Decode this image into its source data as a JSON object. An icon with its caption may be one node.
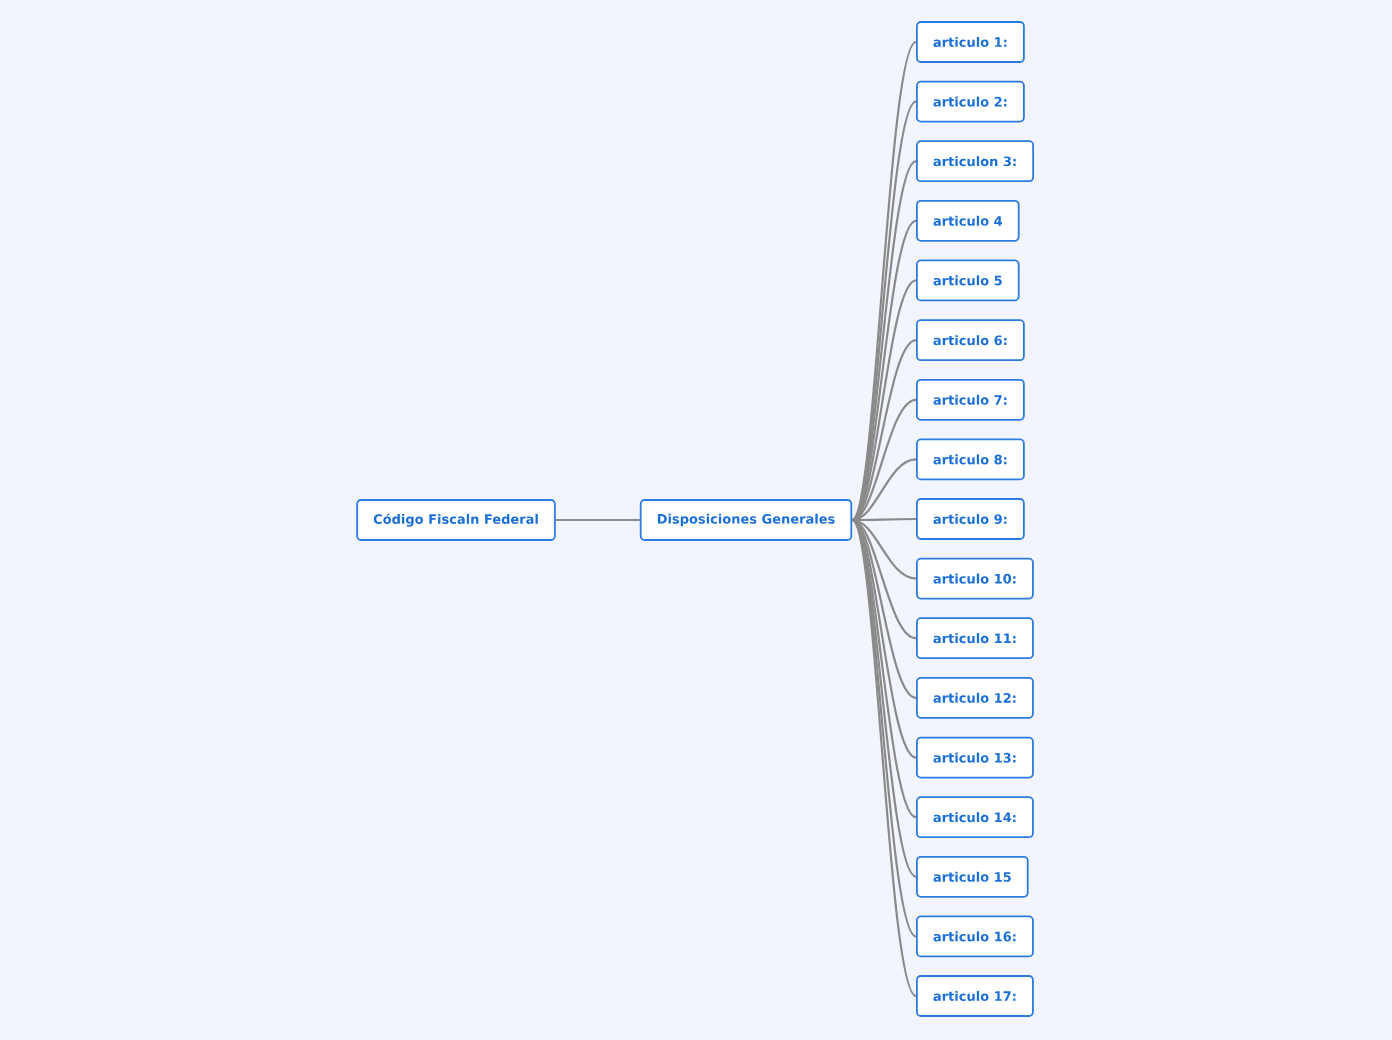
{
  "diagram": {
    "nodes": [
      {
        "text": [
          "Código Fiscaln Federal"
        ]
      },
      {
        "text": [
          "Disposiciones Generales"
        ]
      },
      {
        "text": [
          "articulo 1:"
        ]
      },
      {
        "text": [
          "articulo 2:"
        ]
      },
      {
        "text": [
          "articulon 3:"
        ]
      },
      {
        "text": [
          "articulo 4"
        ]
      },
      {
        "text": [
          "articulo 5"
        ]
      },
      {
        "text": [
          "articulo 6:"
        ]
      },
      {
        "text": [
          "articulo 7:"
        ]
      },
      {
        "text": [
          "articulo 8:"
        ]
      },
      {
        "text": [
          "articulo 9:"
        ]
      },
      {
        "text": [
          "articulo 10:"
        ]
      },
      {
        "text": [
          "articulo 11:"
        ]
      },
      {
        "text": [
          "articulo 12:"
        ]
      },
      {
        "text": [
          "articulo 13:"
        ]
      },
      {
        "text": [
          "articulo 14:"
        ]
      },
      {
        "text": [
          "articulo 15"
        ]
      },
      {
        "text": [
          "articulo 16:"
        ]
      },
      {
        "text": [
          "articulo 17:"
        ]
      }
    ],
    "edges": [
      {
        "from": 0,
        "to": 1,
        "arrow": "none"
      },
      {
        "from": 1,
        "to": 2,
        "arrow": "none"
      },
      {
        "from": 1,
        "to": 3,
        "arrow": "none"
      },
      {
        "from": 1,
        "to": 4,
        "arrow": "none"
      },
      {
        "from": 1,
        "to": 5,
        "arrow": "none"
      },
      {
        "from": 1,
        "to": 6,
        "arrow": "none"
      },
      {
        "from": 1,
        "to": 7,
        "arrow": "none"
      },
      {
        "from": 1,
        "to": 8,
        "arrow": "none"
      },
      {
        "from": 1,
        "to": 9,
        "arrow": "none"
      },
      {
        "from": 1,
        "to": 10,
        "arrow": "none"
      },
      {
        "from": 1,
        "to": 11,
        "arrow": "none"
      },
      {
        "from": 1,
        "to": 12,
        "arrow": "none"
      },
      {
        "from": 1,
        "to": 13,
        "arrow": "none"
      },
      {
        "from": 1,
        "to": 14,
        "arrow": "none"
      },
      {
        "from": 1,
        "to": 15,
        "arrow": "none"
      },
      {
        "from": 1,
        "to": 16,
        "arrow": "none"
      },
      {
        "from": 1,
        "to": 17,
        "arrow": "none"
      },
      {
        "from": 1,
        "to": 18,
        "arrow": "none"
      }
    ]
  }
}
